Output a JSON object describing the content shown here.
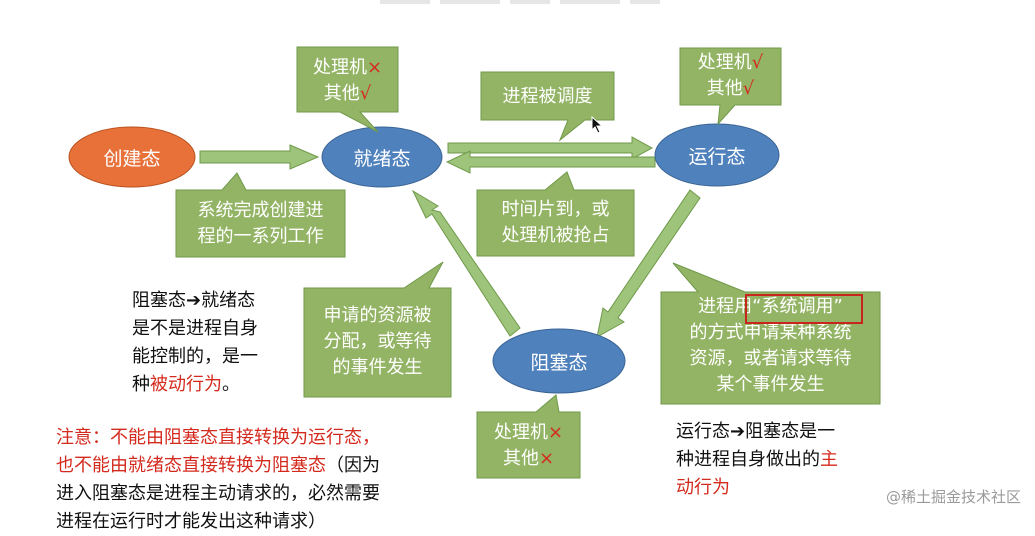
{
  "states": {
    "create": "创建态",
    "ready": "就绪态",
    "running": "运行态",
    "blocked": "阻塞态"
  },
  "callouts": {
    "ready_resources": {
      "line1_text": "处理机",
      "line1_mark": "×",
      "line2_text": "其他",
      "line2_mark": "√"
    },
    "running_resources": {
      "line1_text": "处理机",
      "line1_mark": "√",
      "line2_text": "其他",
      "line2_mark": "√"
    },
    "blocked_resources": {
      "line1_text": "处理机",
      "line1_mark": "×",
      "line2_text": "其他",
      "line2_mark": "×"
    },
    "scheduled": "进程被调度",
    "create_done": {
      "line1": "系统完成创建进",
      "line2": "程的一系列工作"
    },
    "timeslice": {
      "line1": "时间片到，或",
      "line2": "处理机被抢占"
    },
    "resource_allocated": {
      "line1": "申请的资源被",
      "line2": "分配，或等待",
      "line3": "的事件发生"
    },
    "syscall": {
      "line1_pre": "进程用",
      "line1_highlight": "“系统调用”",
      "line2": "的方式申请某种系统",
      "line3": "资源，或者请求等待",
      "line4": "某个事件发生"
    }
  },
  "notes": {
    "blocked_to_ready": {
      "line1": "阻塞态➔就绪态",
      "line2": "是不是进程自身",
      "line3": "能控制的，是一",
      "line4_pre": "种",
      "line4_red": "被动行为",
      "line4_post": "。"
    },
    "running_to_blocked": {
      "line1": "运行态➔阻塞态是一",
      "line2_pre": "种进程自身做出的",
      "line2_red": "主",
      "line3_red": "动行为"
    },
    "attention": {
      "line1_red": "注意：不能由阻塞态直接转换为运行态，",
      "line2_red": "也不能由就绪态直接转换为阻塞态",
      "line2_post": "（因为",
      "line3": "进入阻塞态是进程主动请求的，必然需要",
      "line4": "进程在运行时才能发出这种请求）"
    }
  },
  "watermark": "@稀土掘金技术社区",
  "colors": {
    "state_blue": "#4f81bd",
    "state_orange": "#e8713a",
    "callout_green": "#93b464",
    "arrow_green": "#9ec37a",
    "mark_red": "#d42a1e"
  }
}
